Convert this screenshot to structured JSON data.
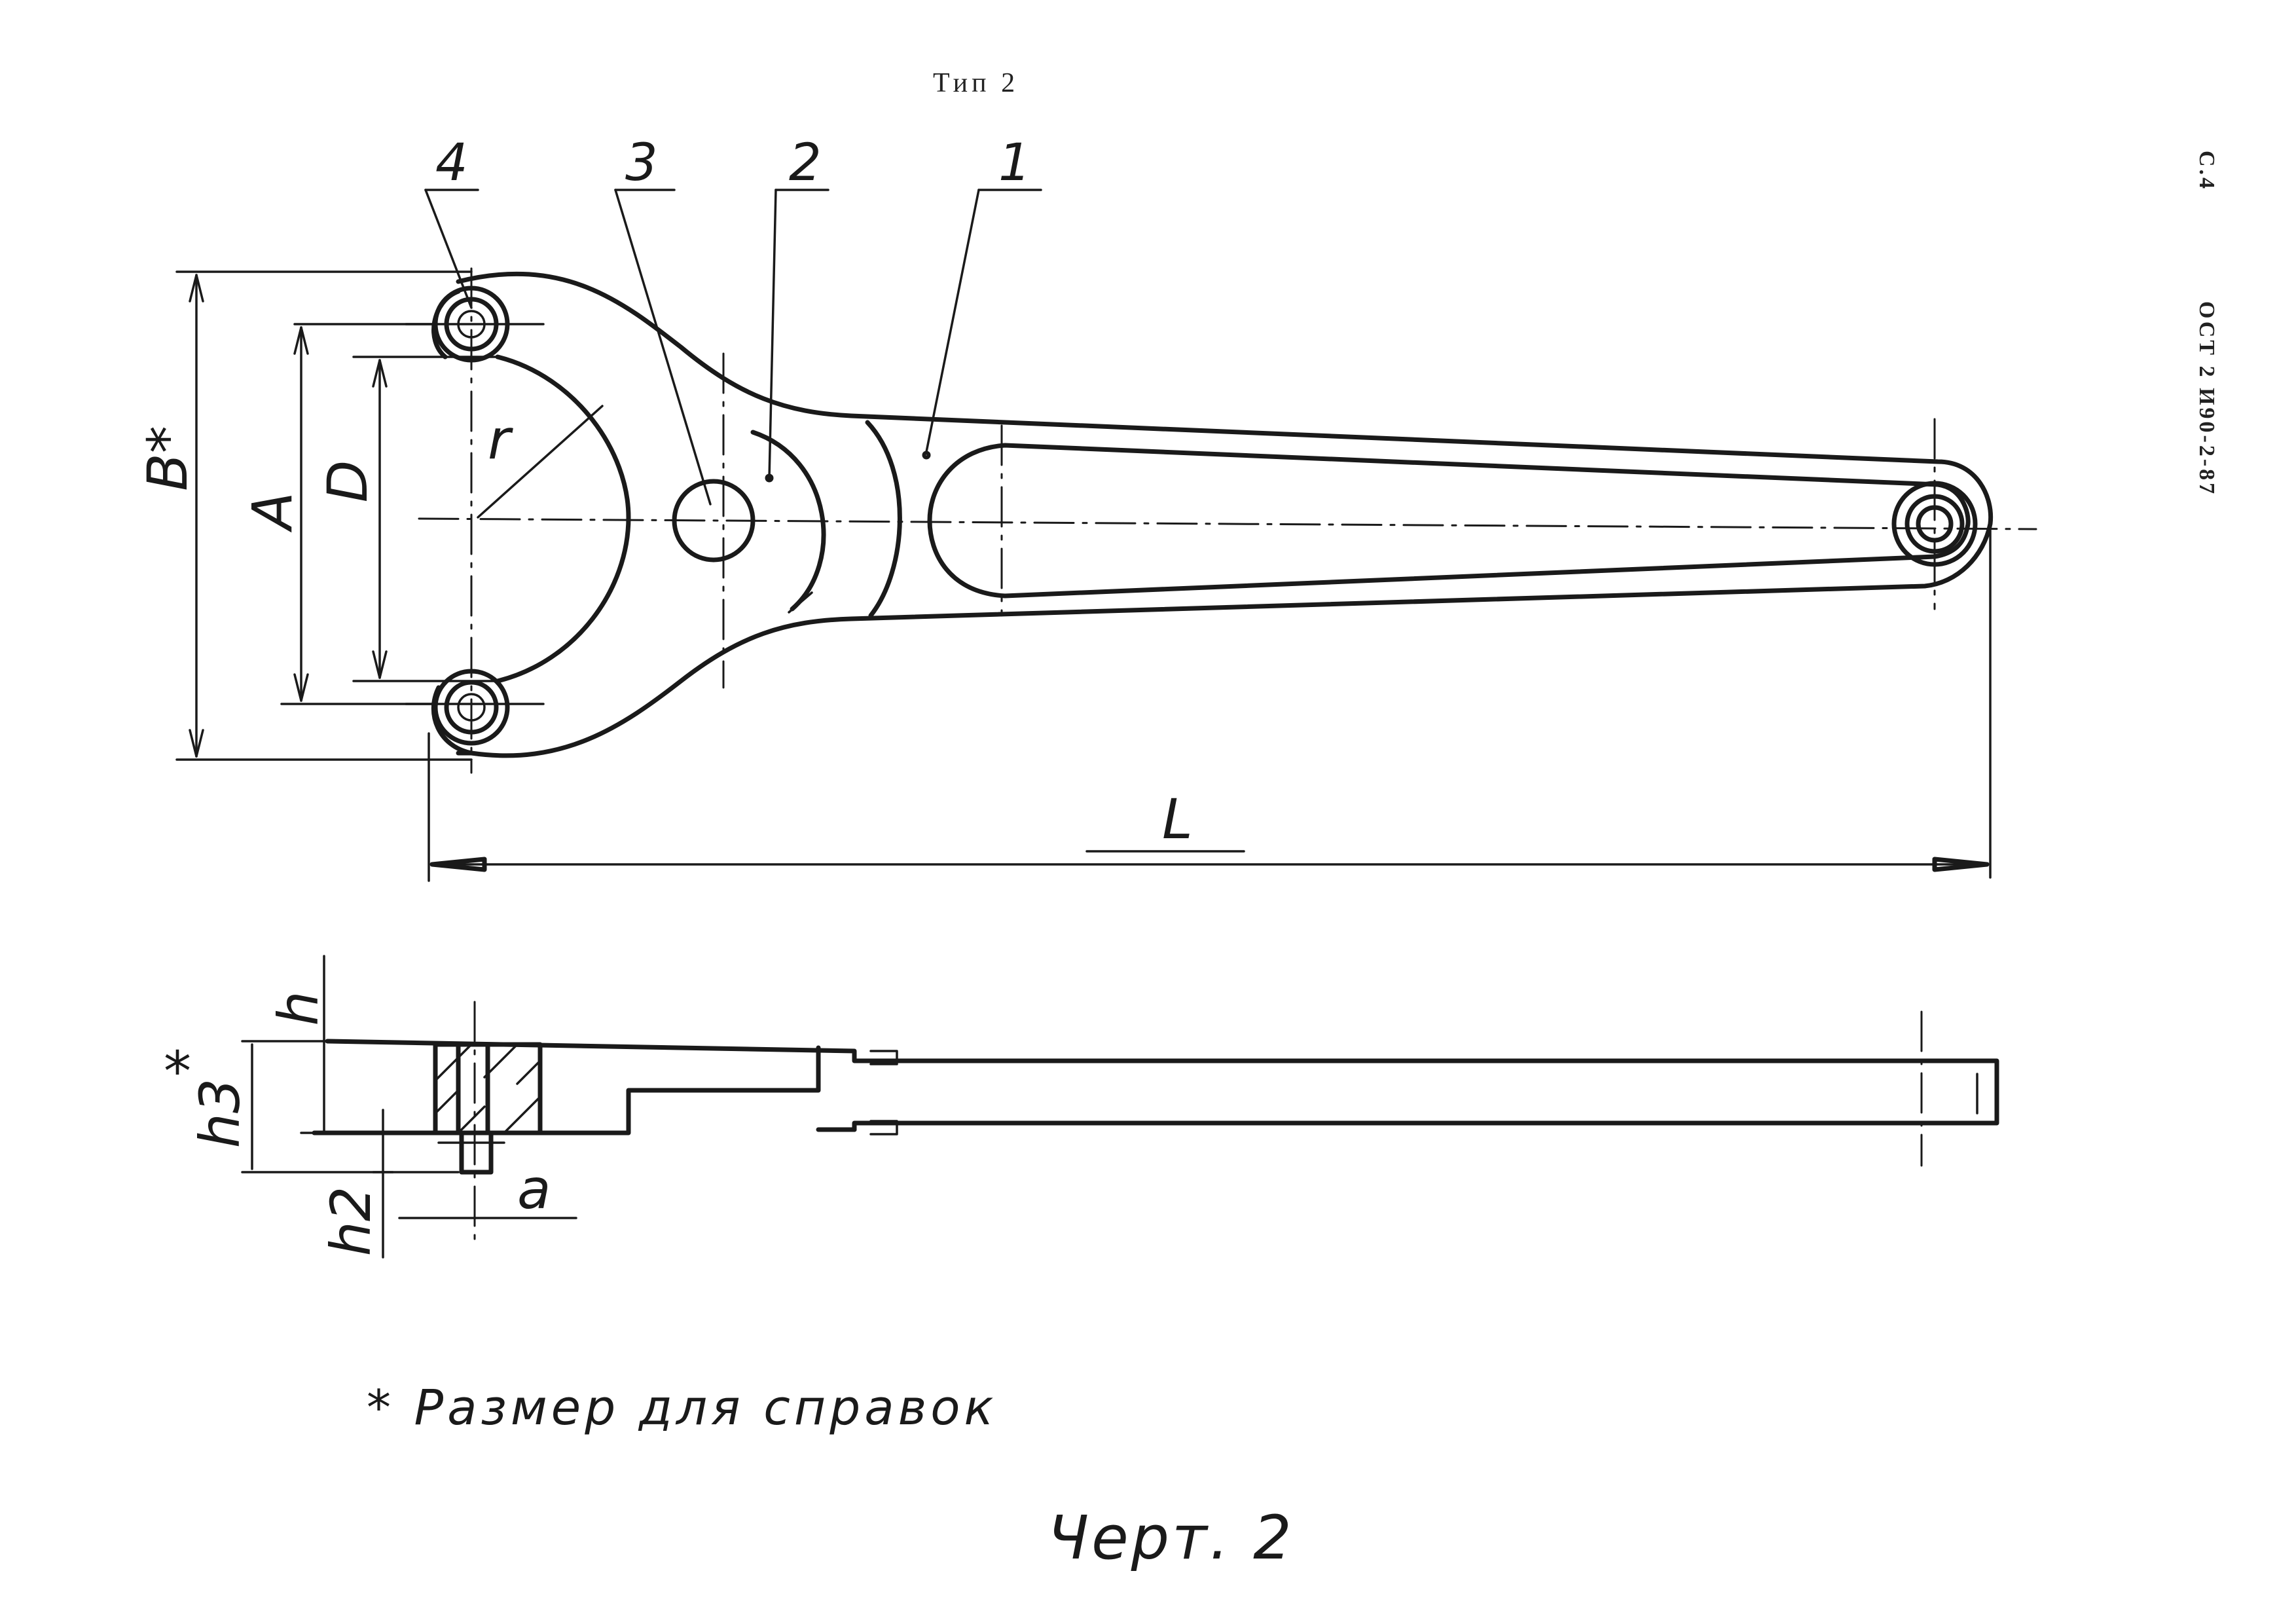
{
  "header": {
    "type_label": "Тип 2",
    "page_number": "С.4",
    "standard": "ОСТ 2 И90-2-87"
  },
  "parts": [
    "1",
    "2",
    "3",
    "4"
  ],
  "dimensions": {
    "B": "В*",
    "A": "А",
    "D": "D",
    "r": "r",
    "L": "L",
    "h": "h",
    "h3": "h3",
    "h3_star": "*",
    "h2": "h2",
    "a": "a"
  },
  "footnote": "* Размер   для справок",
  "figure_caption": "Черт. 2"
}
